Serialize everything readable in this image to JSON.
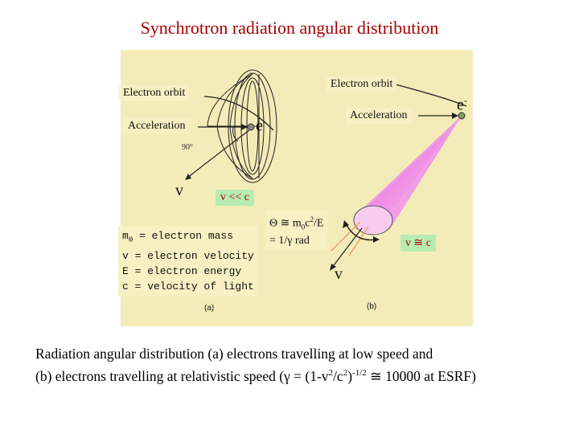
{
  "title": "Synchrotron radiation angular distribution",
  "panel_a": {
    "electron_orbit": "Electron orbit",
    "acceleration": "Acceleration",
    "electron": "e",
    "electron_sup": "-",
    "angle": "90°",
    "velocity": "v",
    "condition": "v << c",
    "panel_label": "(a)"
  },
  "legend": {
    "line1_pre": "m",
    "line1_sub": "0",
    "line1_post": " = electron mass",
    "line2": "v = electron velocity",
    "line3": "E = electron energy",
    "line4": "c = velocity of light"
  },
  "panel_b": {
    "electron_orbit": "Electron orbit",
    "acceleration": "Acceleration",
    "electron": "e",
    "electron_sup": "-",
    "theta_pre": "Θ ≅ m",
    "theta_sub": "0",
    "theta_mid": "c",
    "theta_sup": "2",
    "theta_post": "/E",
    "theta_line2": "= 1/γ rad",
    "velocity": "v",
    "condition": "v ≅ c",
    "panel_label": "(b)"
  },
  "caption": {
    "line1": "Radiation angular distribution (a) electrons travelling at low speed and",
    "line2_pre": "(b) electrons travelling at relativistic speed (γ = (1-v",
    "line2_sup1": "2",
    "line2_mid": "/c",
    "line2_sup2": "2",
    "line2_mid2": ")",
    "line2_sup3": "-1/2",
    "line2_post": " ≅ 10000 at ESRF)"
  },
  "colors": {
    "title": "#a80000",
    "figure_background": "#f4ecb8",
    "cone": "#f08ce6",
    "condition_badge": "#b6ecb0"
  }
}
